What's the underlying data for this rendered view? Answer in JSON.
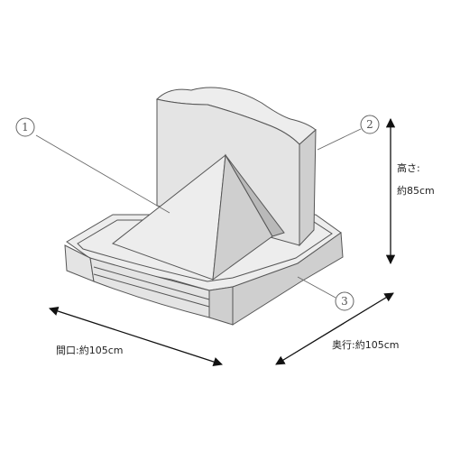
{
  "callouts": [
    "1",
    "2",
    "3"
  ],
  "dimensions": {
    "height_label": "高さ:",
    "height_value": "約85cm",
    "width_label": "間口:約105cm",
    "depth_label": "奥行:約105cm"
  },
  "colors": {
    "line": "#555555",
    "arrow": "#111111",
    "fill_light": "#ededed",
    "fill_mid": "#e4e4e4",
    "fill_dark": "#cfcfcf"
  }
}
